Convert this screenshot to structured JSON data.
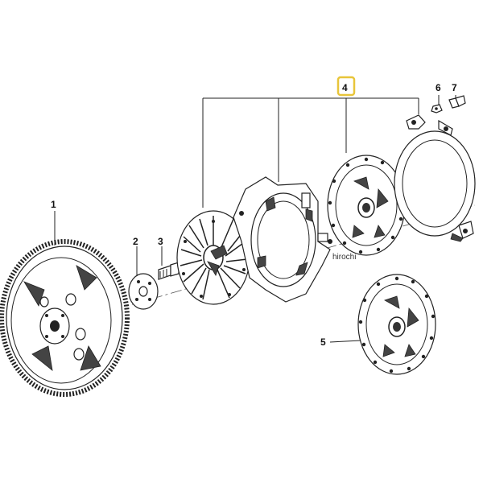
{
  "callouts": {
    "c1": "1",
    "c2": "2",
    "c3": "3",
    "c4": "4",
    "c5": "5",
    "c6": "6",
    "c7": "7"
  },
  "highlight_color": "#e8c53a",
  "watermark": "hirochi"
}
